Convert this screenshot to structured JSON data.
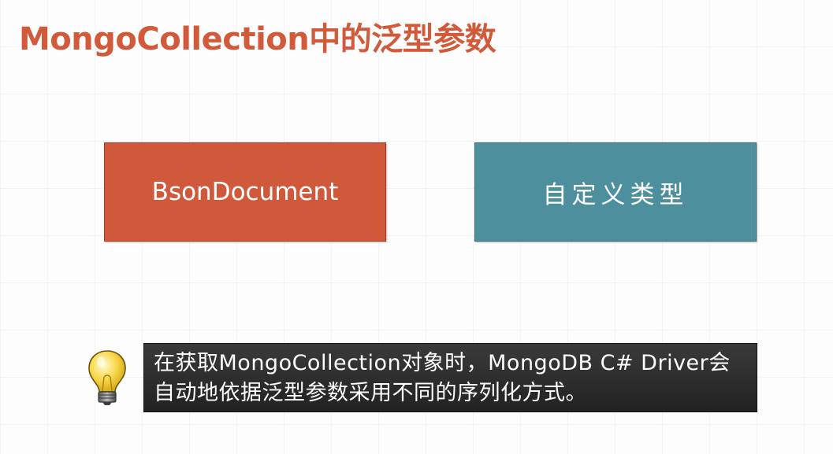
{
  "slide": {
    "title": "MongoCollection中的泛型参数",
    "box_left_label": "BsonDocument",
    "box_right_label": "自定义类型",
    "note_line1": "在获取MongoCollection对象时，MongoDB C# Driver会",
    "note_line2": "自动地依据泛型参数采用不同的序列化方式。",
    "bulb_icon": "lightbulb-icon"
  },
  "colors": {
    "title": "#d05a3a",
    "box_left_bg": "#d0593c",
    "box_right_bg": "#4e8f9d",
    "note_bg": "#2b2b2b"
  }
}
